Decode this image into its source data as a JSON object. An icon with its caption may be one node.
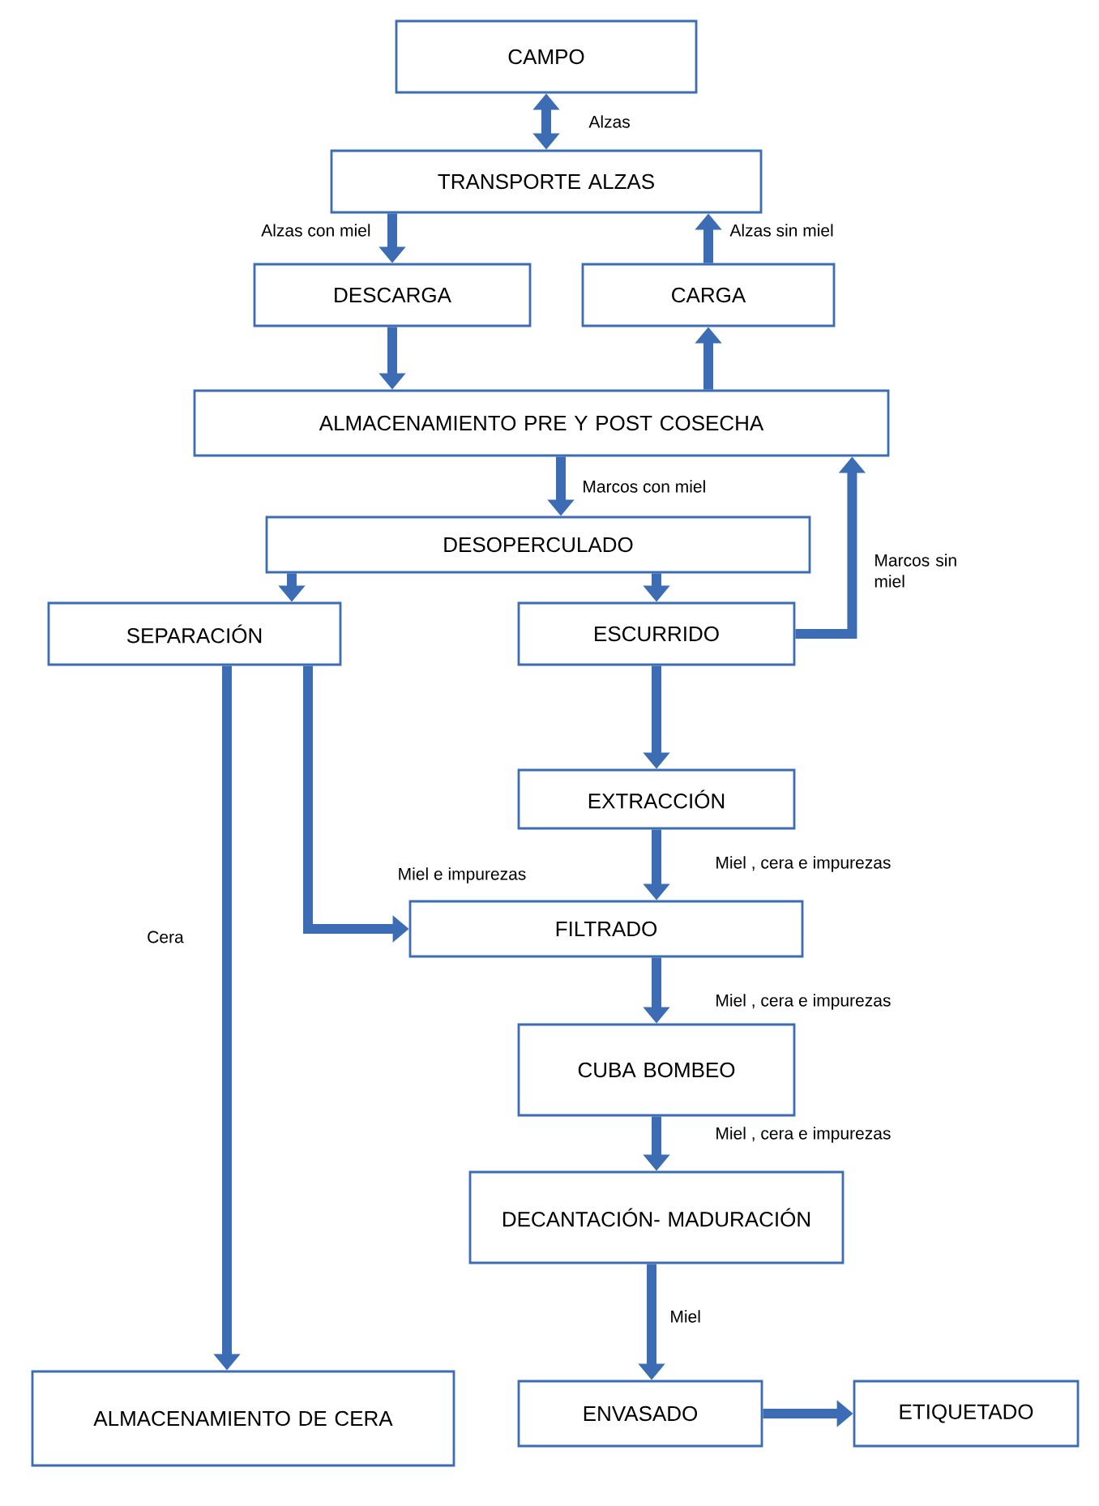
{
  "diagram": {
    "nodes": [
      {
        "text": [
          "CAMPO"
        ]
      },
      {
        "text": [
          "TRANSPORTE ALZAS"
        ]
      },
      {
        "text": [
          "DESCARGA"
        ]
      },
      {
        "text": [
          "CARGA"
        ]
      },
      {
        "text": [
          "ALMACENAMIENTO PRE Y POST COSECHA"
        ]
      },
      {
        "text": [
          "DESOPERCULADO"
        ]
      },
      {
        "text": [
          "SEPARACIÓN"
        ]
      },
      {
        "text": [
          "ESCURRIDO"
        ]
      },
      {
        "text": [
          "EXTRACCIÓN"
        ]
      },
      {
        "text": [
          "FILTRADO"
        ]
      },
      {
        "text": [
          "CUBA BOMBEO"
        ]
      },
      {
        "text": [
          "DECANTACIÓN- MADURACIÓN"
        ]
      },
      {
        "text": [
          "ALMACENAMIENTO DE CERA"
        ]
      },
      {
        "text": [
          "ENVASADO"
        ]
      },
      {
        "text": [
          "ETIQUETADO"
        ]
      }
    ],
    "edges": [
      {
        "from": 0,
        "to": 1,
        "arrow": "both",
        "label": "Alzas"
      },
      {
        "from": 1,
        "to": 2,
        "arrow": "to",
        "label": "Alzas con miel"
      },
      {
        "from": 3,
        "to": 1,
        "arrow": "to",
        "label": "Alzas sin miel"
      },
      {
        "from": 2,
        "to": 4,
        "arrow": "to"
      },
      {
        "from": 4,
        "to": 3,
        "arrow": "to"
      },
      {
        "from": 4,
        "to": 5,
        "arrow": "to",
        "label": "Marcos con miel"
      },
      {
        "from": 5,
        "to": 6,
        "arrow": "to"
      },
      {
        "from": 5,
        "to": 7,
        "arrow": "to"
      },
      {
        "from": 7,
        "to": 4,
        "arrow": "to",
        "label": "Marcos sin miel"
      },
      {
        "from": 7,
        "to": 8,
        "arrow": "to"
      },
      {
        "from": 6,
        "to": 12,
        "arrow": "to",
        "label": "Cera"
      },
      {
        "from": 6,
        "to": 9,
        "arrow": "to",
        "label": "Miel e impurezas"
      },
      {
        "from": 8,
        "to": 9,
        "arrow": "to",
        "label": "Miel , cera e impurezas"
      },
      {
        "from": 9,
        "to": 10,
        "arrow": "to",
        "label": "Miel , cera e impurezas"
      },
      {
        "from": 10,
        "to": 11,
        "arrow": "to",
        "label": "Miel , cera e impurezas"
      },
      {
        "from": 11,
        "to": 13,
        "arrow": "to",
        "label": "Miel"
      },
      {
        "from": 13,
        "to": 14,
        "arrow": "to"
      }
    ]
  }
}
